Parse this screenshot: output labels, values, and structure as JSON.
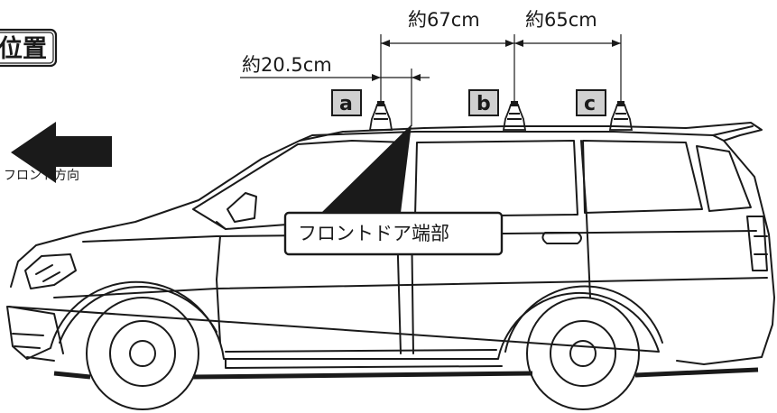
{
  "title_fragment": "位置",
  "front_direction_label": "フロント方向",
  "front_door_label": "フロントドア端部",
  "dimensions": {
    "a_offset": "約20.5cm",
    "a_to_b": "約67cm",
    "b_to_c": "約65cm"
  },
  "mount_labels": {
    "a": "a",
    "b": "b",
    "c": "c"
  },
  "colors": {
    "ink": "#1a1a1a",
    "background": "#ffffff",
    "badge_fill": "#d0d0d0"
  },
  "icons": {
    "direction_arrow": "left-arrow-icon",
    "foot": "roof-rack-foot-icon"
  }
}
